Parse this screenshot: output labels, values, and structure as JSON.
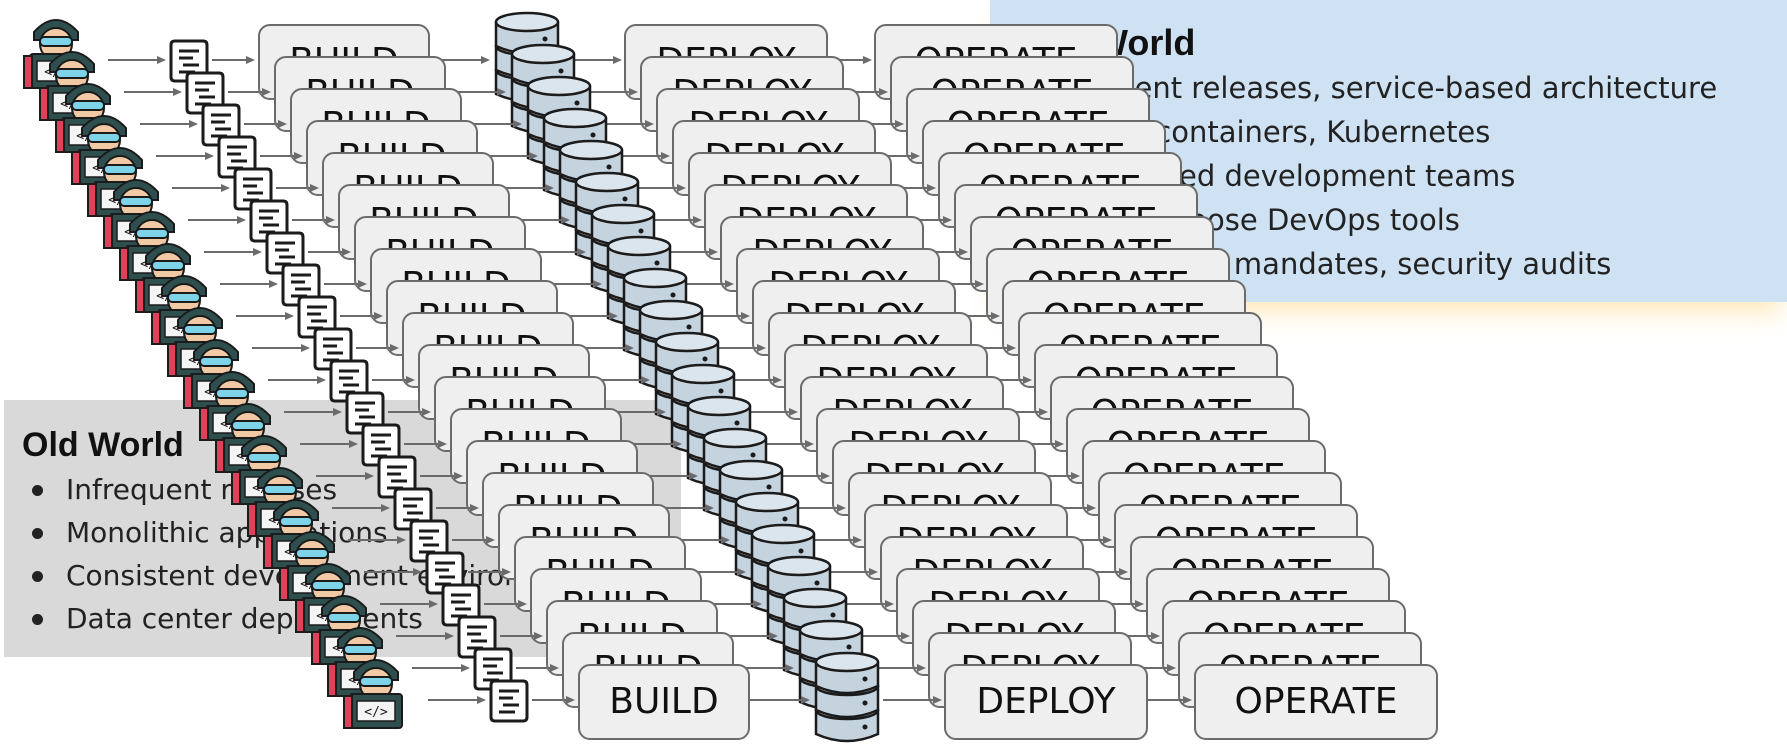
{
  "pipeline": {
    "build_label": "BUILD",
    "deploy_label": "DEPLOY",
    "operate_label": "OPERATE",
    "icons": [
      "developer-icon",
      "code-file-icon",
      "server-database-icon"
    ],
    "colors": {
      "box_fill": "#efefef",
      "box_border": "#6b6b6b",
      "developer_skin": "#f2c9a5",
      "developer_hair": "#2f4f4f",
      "developer_goggles": "#7fd3e8",
      "laptop": "#2f4f4f",
      "laptop_accent": "#e0405a",
      "database_fill": "#c5d3de"
    }
  },
  "old_world": {
    "title": "Old World",
    "items": [
      "Infrequent releases",
      "Monolithic applications",
      "Consistent development environments",
      "Data center deployments"
    ],
    "color": "#d9d9d9"
  },
  "new_world": {
    "title": "New World",
    "items": [
      "Frequent releases, service-based architecture",
      "Cloud, containers, Kubernetes",
      "Distributed development teams",
      "Teams choose DevOps tools",
      "Compliance mandates, security audits"
    ],
    "color": "#cfe2f3"
  }
}
